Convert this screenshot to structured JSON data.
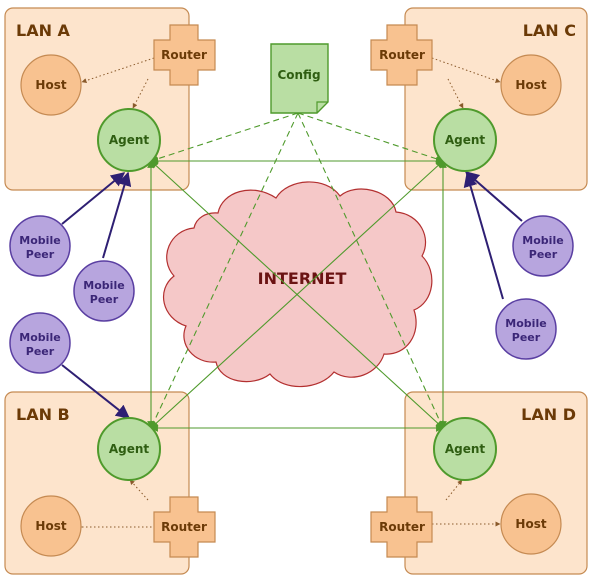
{
  "lans": [
    {
      "title": "LAN A",
      "host": "Host",
      "router": "Router",
      "agent": "Agent"
    },
    {
      "title": "LAN C",
      "host": "Host",
      "router": "Router",
      "agent": "Agent"
    },
    {
      "title": "LAN B",
      "host": "Host",
      "router": "Router",
      "agent": "Agent"
    },
    {
      "title": "LAN D",
      "host": "Host",
      "router": "Router",
      "agent": "Agent"
    }
  ],
  "config": "Config",
  "internet": "INTERNET",
  "peers": [
    {
      "line1": "Mobile",
      "line2": "Peer"
    },
    {
      "line1": "Mobile",
      "line2": "Peer"
    },
    {
      "line1": "Mobile",
      "line2": "Peer"
    },
    {
      "line1": "Mobile",
      "line2": "Peer"
    },
    {
      "line1": "Mobile",
      "line2": "Peer"
    }
  ],
  "colors": {
    "lan_fill": "#fde4cc",
    "lan_stroke": "#c58a52",
    "host_fill": "#f8c290",
    "agent_fill": "#b9dea3",
    "agent_stroke": "#4f9a2c",
    "peer_fill": "#b7a5de",
    "peer_stroke": "#5a3fa2",
    "cloud_fill": "#f5c8c8",
    "cloud_stroke": "#b33030",
    "config_fill": "#b9dea3",
    "config_stroke": "#4f9a2c"
  }
}
